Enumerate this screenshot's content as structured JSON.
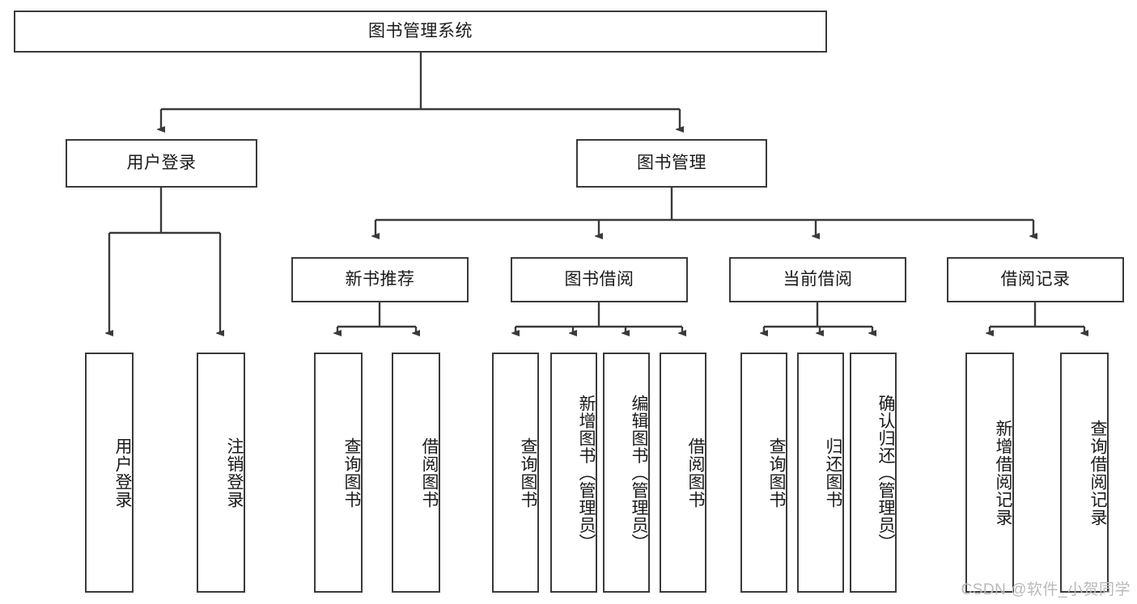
{
  "diagram": {
    "title": "图书管理系统",
    "type": "hierarchy-tree",
    "root": {
      "id": "root",
      "label": "图书管理系统"
    },
    "level2": [
      {
        "id": "user-login",
        "label": "用户登录"
      },
      {
        "id": "book-manage",
        "label": "图书管理"
      }
    ],
    "level3": [
      {
        "id": "new-book-recommend",
        "label": "新书推荐",
        "parent": "book-manage"
      },
      {
        "id": "book-borrow",
        "label": "图书借阅",
        "parent": "book-manage"
      },
      {
        "id": "current-borrow",
        "label": "当前借阅",
        "parent": "book-manage"
      },
      {
        "id": "borrow-record",
        "label": "借阅记录",
        "parent": "book-manage"
      }
    ],
    "leaves": [
      {
        "id": "leaf-user-login",
        "label": "用户登录",
        "parent": "user-login"
      },
      {
        "id": "leaf-logout",
        "label": "注销登录",
        "parent": "user-login"
      },
      {
        "id": "leaf-query-book-1",
        "label": "查询图书",
        "parent": "new-book-recommend"
      },
      {
        "id": "leaf-borrow-book-1",
        "label": "借阅图书",
        "parent": "new-book-recommend"
      },
      {
        "id": "leaf-query-book-2",
        "label": "查询图书",
        "parent": "book-borrow"
      },
      {
        "id": "leaf-add-book",
        "label": "新增图书（管理员）",
        "parent": "book-borrow"
      },
      {
        "id": "leaf-edit-book",
        "label": "编辑图书（管理员）",
        "parent": "book-borrow"
      },
      {
        "id": "leaf-borrow-book-2",
        "label": "借阅图书",
        "parent": "book-borrow"
      },
      {
        "id": "leaf-query-book-3",
        "label": "查询图书",
        "parent": "current-borrow"
      },
      {
        "id": "leaf-return-book",
        "label": "归还图书",
        "parent": "current-borrow"
      },
      {
        "id": "leaf-confirm-return",
        "label": "确认归还（管理员）",
        "parent": "current-borrow"
      },
      {
        "id": "leaf-add-record",
        "label": "新增借阅记录",
        "parent": "borrow-record"
      },
      {
        "id": "leaf-query-record",
        "label": "查询借阅记录",
        "parent": "borrow-record"
      }
    ],
    "colors": {
      "stroke": "#3a3a3a",
      "text": "#1a1a1a",
      "background": "#ffffff",
      "watermark": "#b9b9b9"
    }
  },
  "watermark": {
    "text": "CSDN @软件_小贺同学"
  }
}
